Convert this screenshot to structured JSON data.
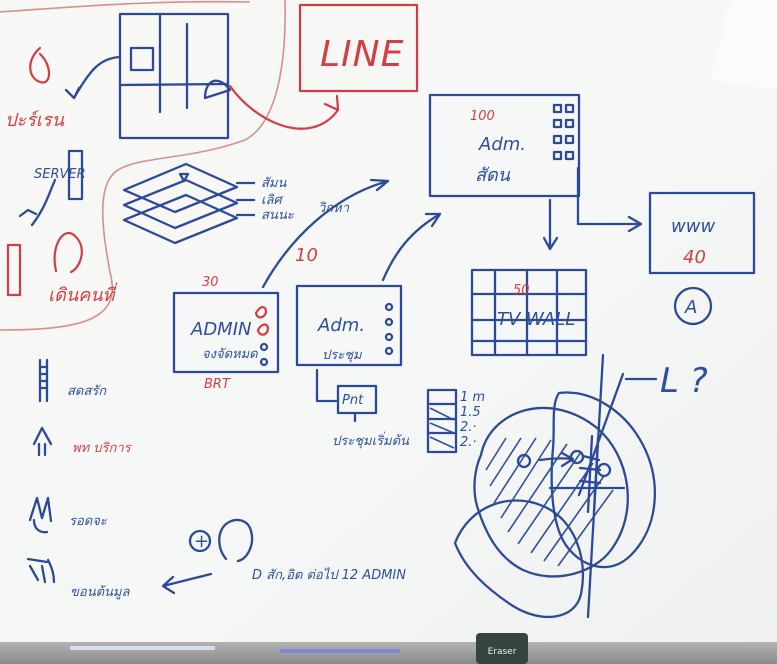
{
  "whiteboard": {
    "labels": {
      "line_box": "LINE",
      "red_s": "ปะร์เรน",
      "server": "SERVER",
      "left_red": "เดินคนที่",
      "stack_1": "สัมน",
      "stack_2": "เลิศ",
      "stack_3": "สนนะ",
      "thirty": "30",
      "admin_card": "ADMIN",
      "admin_sub": "จงจัดหมด",
      "brt": "BRT",
      "ten": "10",
      "small_flow": "วิกหา",
      "adm_box": "Adm.",
      "adm_sub": "ประชุม",
      "hundred": "100",
      "adm_top": "Adm.",
      "top_sub": "สัดน",
      "fifty": "50",
      "tv_wall": "TV WALL",
      "www": "www",
      "forty": "40",
      "circle_a": "A",
      "tick_1": "1 m",
      "tick_2": "1.5",
      "tick_3": "2.·",
      "tick_4": "2.·",
      "meeting_label": "ประชุมเริ่มต้น",
      "meeting_icon": "Pnt",
      "left_note_1": "สดสรัก",
      "left_note_2": "พท บริการ",
      "left_note_3": "รอดจะ",
      "left_note_4": "ขอนต้นมูล",
      "bottom_note": "D สัก,อิต ต่อไป 12 ADMIN",
      "plus": "+",
      "l_label": "L ?",
      "eraser_label": "Eraser"
    }
  }
}
